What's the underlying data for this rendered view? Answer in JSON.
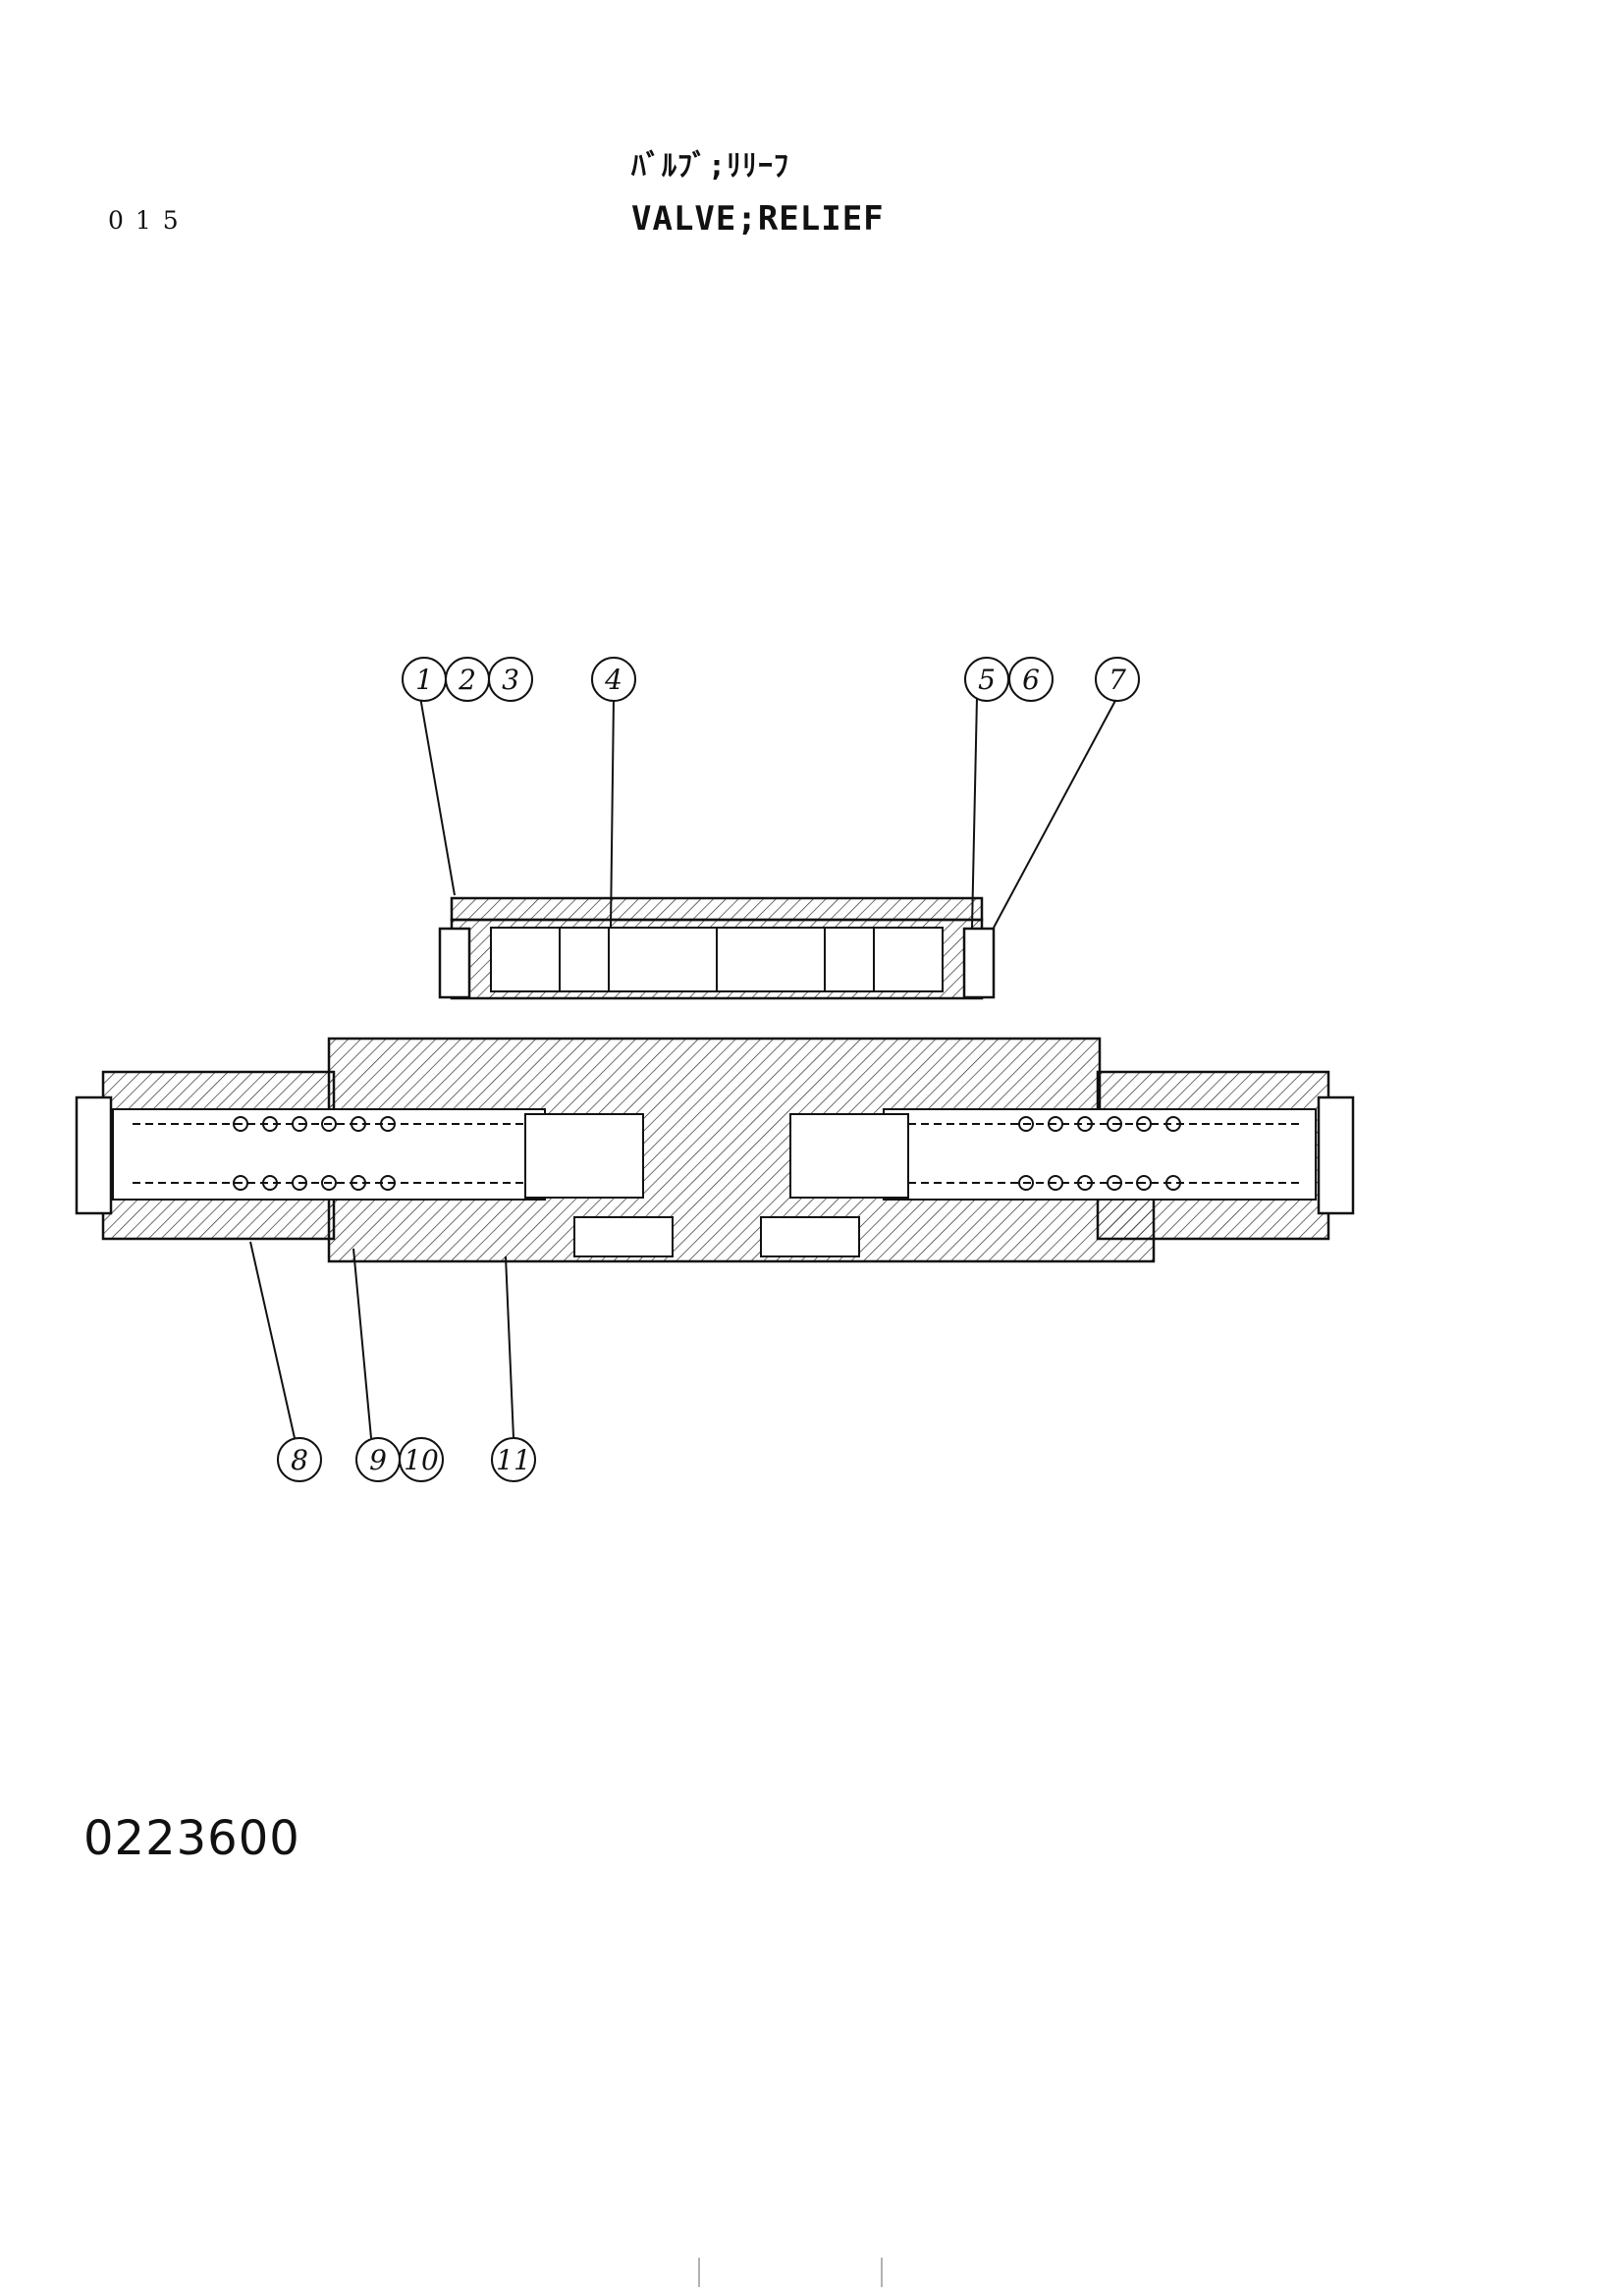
{
  "header": {
    "page_number": "015",
    "title_jp": "ﾊﾞﾙﾌﾞ;ﾘﾘｰﾌ",
    "title_en": "VALVE;RELIEF"
  },
  "diagram": {
    "callouts_top": [
      "1",
      "2",
      "3",
      "4",
      "5",
      "6",
      "7"
    ],
    "callouts_bottom": [
      "8",
      "9",
      "10",
      "11"
    ]
  },
  "footer": {
    "part_number": "0223600"
  }
}
